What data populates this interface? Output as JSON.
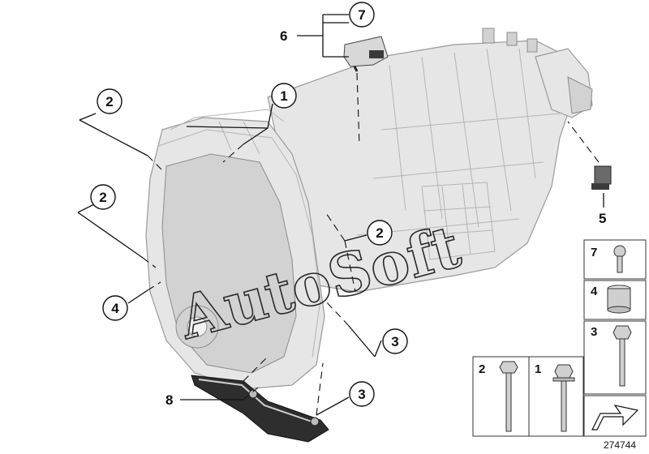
{
  "callouts": {
    "c1": "1",
    "c2a": "2",
    "c2b": "2",
    "c2c": "2",
    "c3a": "3",
    "c3b": "3",
    "c4": "4",
    "c7": "7"
  },
  "labels": {
    "l5": "5",
    "l6": "6",
    "l8": "8"
  },
  "parts_legend": {
    "p7": "7",
    "p4": "4",
    "p3": "3",
    "p2": "2",
    "p1": "1"
  },
  "watermark": "AutoSoft",
  "diagram_id": "274744"
}
